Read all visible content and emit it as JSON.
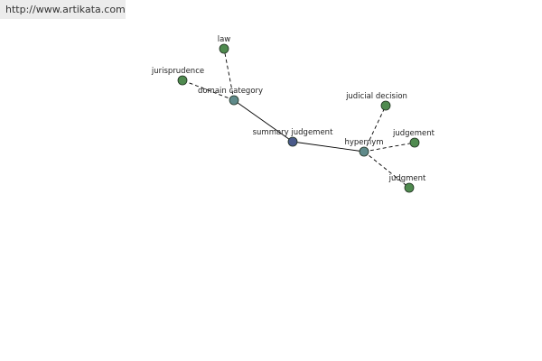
{
  "site": {
    "watermark": "http://www.artikata.com"
  },
  "graph": {
    "colors": {
      "center": "#4a5a8a",
      "relation": "#5f8a8a",
      "leaf": "#4f8a4f",
      "edge": "#000000"
    },
    "nodes": [
      {
        "id": "summary-judgement",
        "label": "summary judgement",
        "role": "center"
      },
      {
        "id": "domain-category",
        "label": "domain category",
        "role": "relation"
      },
      {
        "id": "hypernym",
        "label": "hypernym",
        "role": "relation"
      },
      {
        "id": "law",
        "label": "law",
        "role": "leaf"
      },
      {
        "id": "jurisprudence",
        "label": "jurisprudence",
        "role": "leaf"
      },
      {
        "id": "judicial-decision",
        "label": "judicial decision",
        "role": "leaf"
      },
      {
        "id": "judgement",
        "label": "judgement",
        "role": "leaf"
      },
      {
        "id": "judgment",
        "label": "judgment",
        "role": "leaf"
      }
    ],
    "edges": [
      {
        "from": "summary-judgement",
        "to": "domain-category",
        "style": "solid"
      },
      {
        "from": "summary-judgement",
        "to": "hypernym",
        "style": "solid"
      },
      {
        "from": "domain-category",
        "to": "law",
        "style": "dashed"
      },
      {
        "from": "domain-category",
        "to": "jurisprudence",
        "style": "dashed"
      },
      {
        "from": "hypernym",
        "to": "judicial-decision",
        "style": "dashed"
      },
      {
        "from": "hypernym",
        "to": "judgement",
        "style": "dashed"
      },
      {
        "from": "hypernym",
        "to": "judgment",
        "style": "dashed"
      }
    ]
  }
}
